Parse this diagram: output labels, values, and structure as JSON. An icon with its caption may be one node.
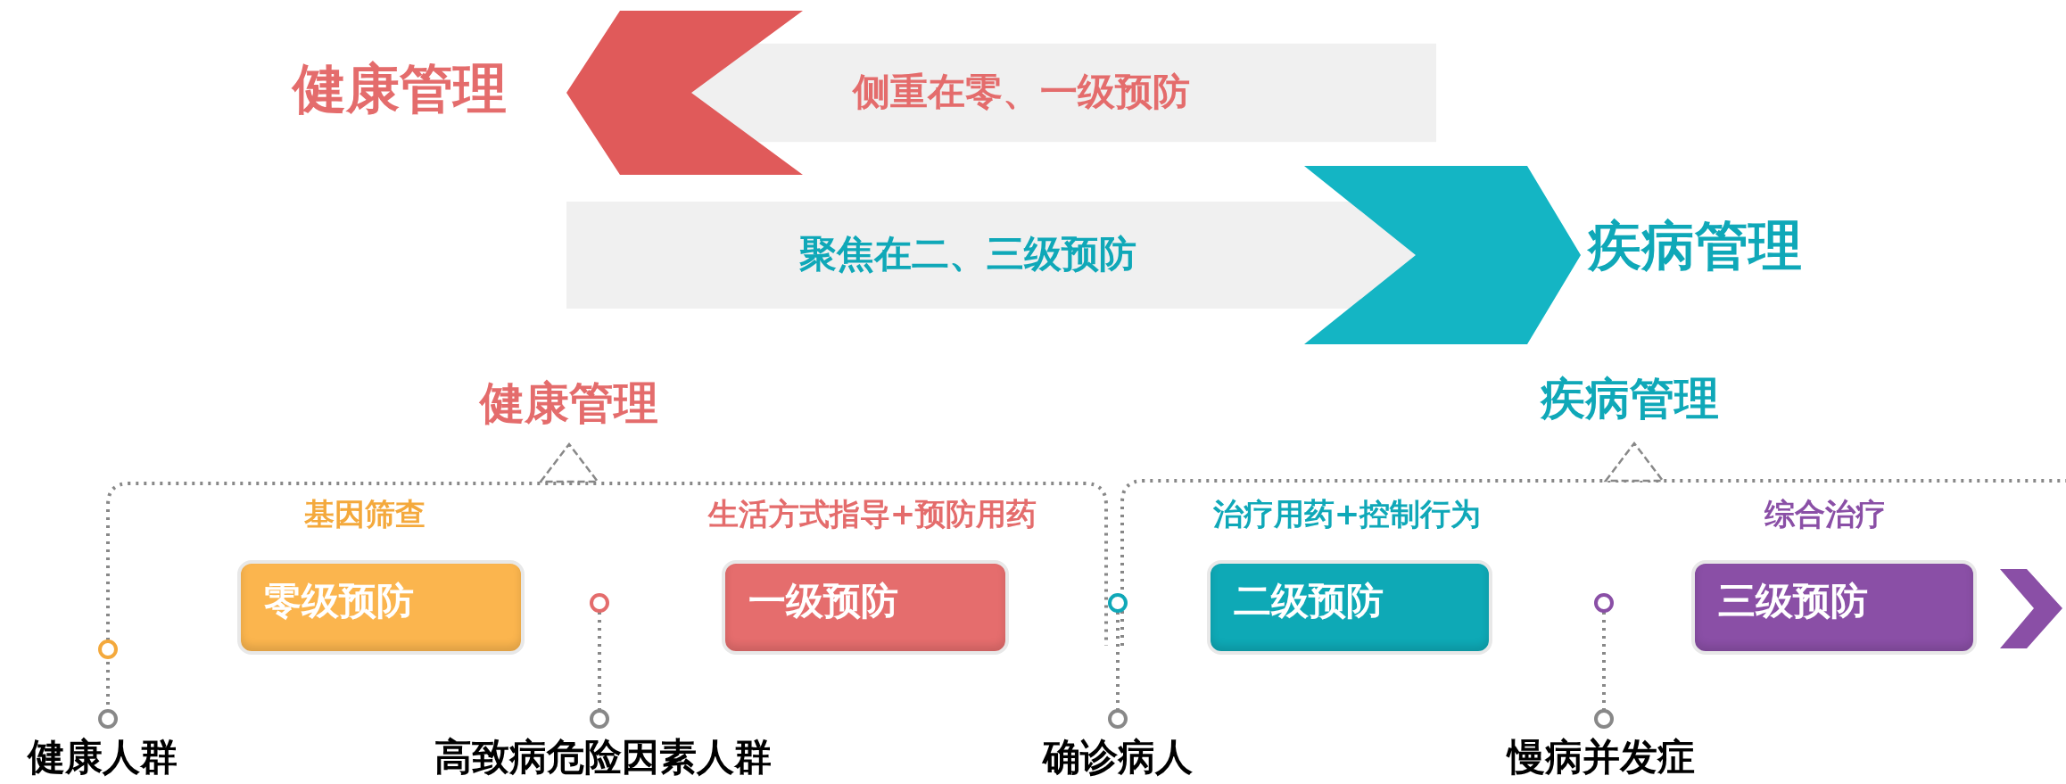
{
  "diagram": {
    "nodes": [
      {
        "text": [
          "侧重在零、一级预防"
        ],
        "beside": [
          "健康管理"
        ]
      },
      {
        "text": [
          "聚焦在二、三级预防"
        ],
        "beside": [
          "疾病管理"
        ]
      },
      {
        "text": [
          "基因筛查",
          "零级预防"
        ]
      },
      {
        "text": [
          "生活方式指导+预防用药",
          "一级预防"
        ]
      },
      {
        "text": [
          "治疗用药+控制行为",
          "二级预防"
        ]
      },
      {
        "text": [
          "综合治疗",
          "三级预防"
        ]
      }
    ],
    "labels": [
      "健康管理",
      "疾病管理",
      "健康人群",
      "高致病危险因素人群",
      "确诊病人",
      "慢病并发症"
    ]
  }
}
